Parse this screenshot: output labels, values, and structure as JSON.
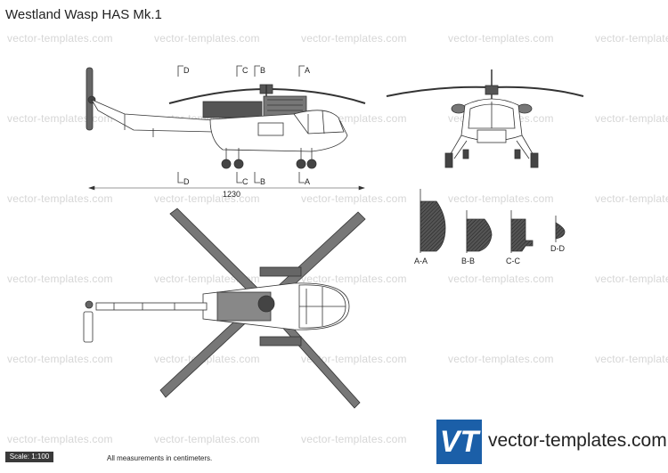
{
  "title": "Westland Wasp HAS Mk.1",
  "watermark": "vector-templates.com",
  "section_labels": {
    "a": "A",
    "b": "B",
    "c": "C",
    "d": "D"
  },
  "dimension": "1230",
  "cross_sections": [
    "A-A",
    "B-B",
    "C-C",
    "D-D"
  ],
  "scale": "Scale: 1:100",
  "footnote": "All measurements in centimeters.",
  "brand": {
    "logo_text": "VT",
    "url": "vector-templates.com",
    "color": "#1b5fa8"
  }
}
